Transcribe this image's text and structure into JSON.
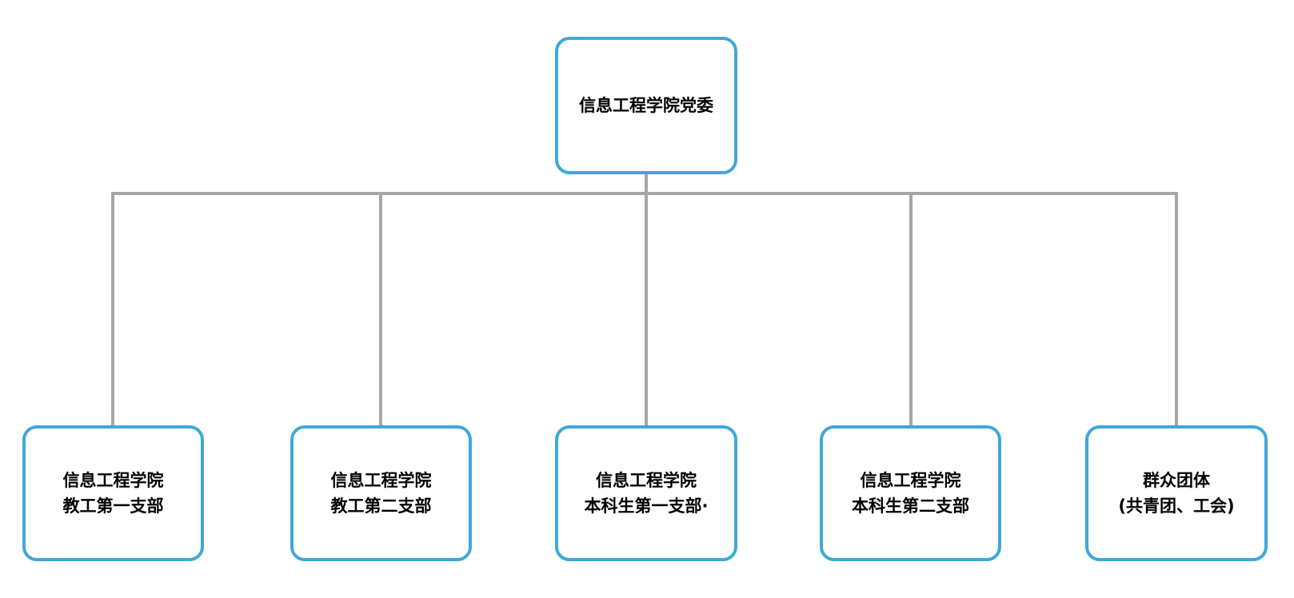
{
  "org_chart": {
    "root": {
      "label": "信息工程学院党委"
    },
    "children": [
      {
        "line1": "信息工程学院",
        "line2": "教工第一支部"
      },
      {
        "line1": "信息工程学院",
        "line2": "教工第二支部"
      },
      {
        "line1": "信息工程学院",
        "line2": "本科生第一支部·"
      },
      {
        "line1": "信息工程学院",
        "line2": "本科生第二支部"
      },
      {
        "line1": "群众团体",
        "line2": "(共青团、工会)"
      }
    ]
  },
  "colors": {
    "node_border": "#3fa9d8",
    "connector": "#a6a6a6",
    "text": "#000000",
    "background": "#ffffff"
  }
}
